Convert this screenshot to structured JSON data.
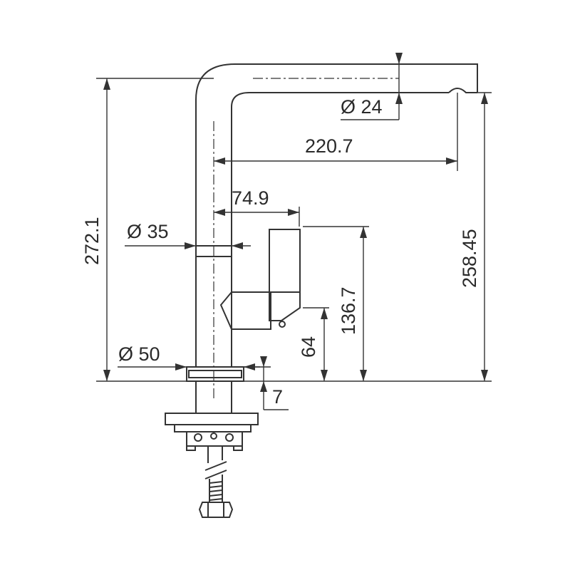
{
  "diagram": {
    "colors": {
      "line": "#333333",
      "background": "#ffffff"
    },
    "dimensions": {
      "spout_diameter": "Ø 24",
      "spout_reach": "220.7",
      "lever_offset": "74.9",
      "upper_body_diameter": "Ø 35",
      "total_height": "272.1",
      "spout_height": "258.45",
      "lever_height": "136.7",
      "lever_base_height": "64",
      "base_diameter": "Ø 50",
      "base_plate_thickness": "7"
    }
  }
}
